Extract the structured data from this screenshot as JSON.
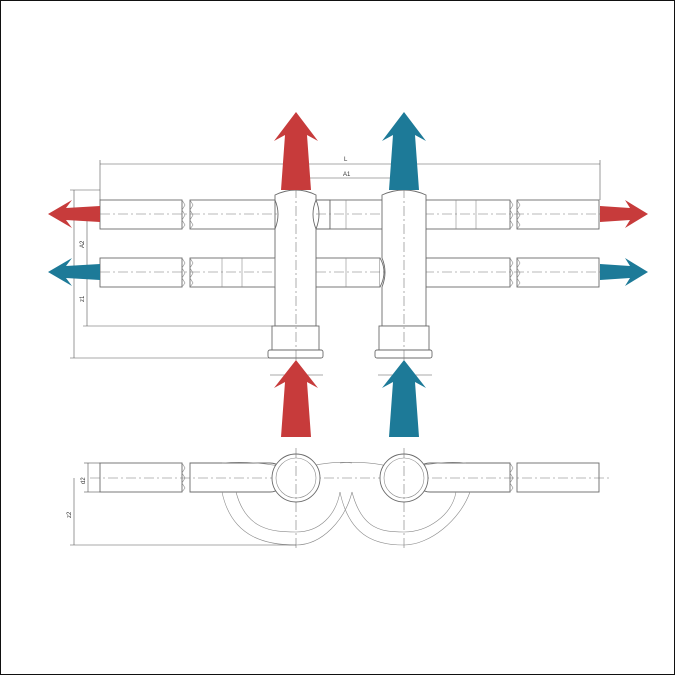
{
  "dimensions": {
    "L": "L",
    "A1": "A1",
    "A2": "A2",
    "z1": "z1",
    "d2": "d2",
    "z2": "z2"
  },
  "colors": {
    "hot": "#c73b3b",
    "cold": "#1d7a98",
    "line": "#6b6b6b"
  },
  "flows": [
    {
      "name": "hot-supply-in",
      "color": "hot",
      "direction": "up"
    },
    {
      "name": "hot-supply-out",
      "color": "hot",
      "direction": "up"
    },
    {
      "name": "cold-supply-in",
      "color": "cold",
      "direction": "up"
    },
    {
      "name": "cold-supply-out",
      "color": "cold",
      "direction": "up"
    },
    {
      "name": "hot-branch-left",
      "color": "hot",
      "direction": "left"
    },
    {
      "name": "hot-branch-right",
      "color": "hot",
      "direction": "right"
    },
    {
      "name": "cold-branch-left",
      "color": "cold",
      "direction": "left"
    },
    {
      "name": "cold-branch-right",
      "color": "cold",
      "direction": "right"
    }
  ]
}
